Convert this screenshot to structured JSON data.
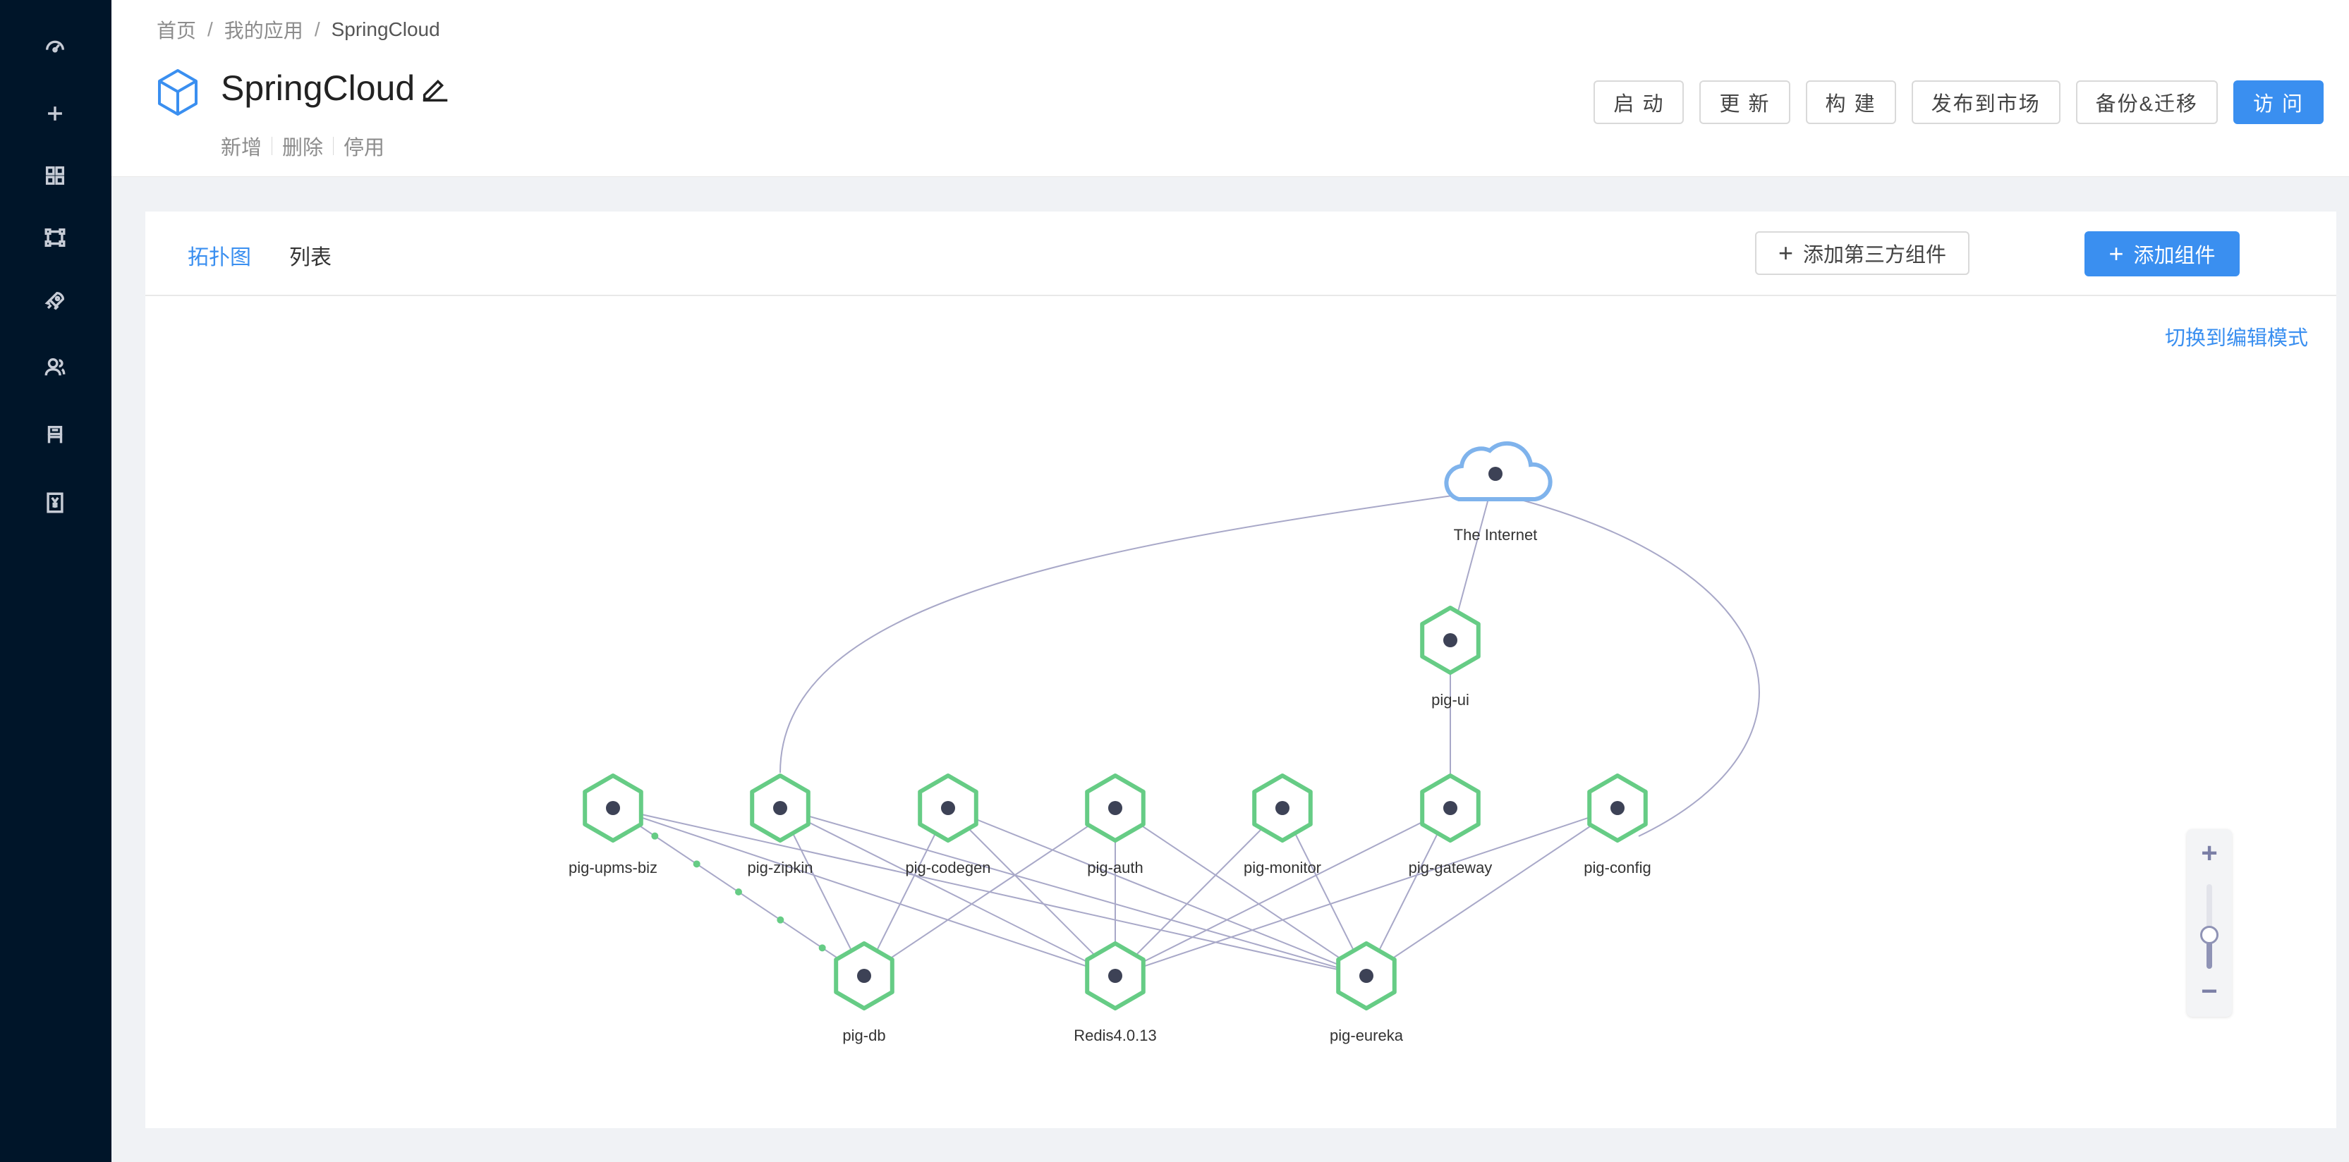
{
  "sidebar": {
    "icons": [
      {
        "name": "dashboard-icon"
      },
      {
        "name": "plus-icon"
      },
      {
        "name": "apps-grid-icon"
      },
      {
        "name": "topology-icon"
      },
      {
        "name": "rocket-icon"
      },
      {
        "name": "users-icon"
      },
      {
        "name": "store-icon"
      },
      {
        "name": "billing-icon"
      }
    ]
  },
  "breadcrumb": [
    "首页",
    "我的应用",
    "SpringCloud"
  ],
  "app": {
    "title": "SpringCloud",
    "sub_actions": [
      "新增",
      "删除",
      "停用"
    ]
  },
  "actions": [
    "启 动",
    "更 新",
    "构 建",
    "发布到市场",
    "备份&迁移",
    "访 问"
  ],
  "tabs": [
    "拓扑图",
    "列表"
  ],
  "buttons": {
    "add_third_party": "添加第三方组件",
    "add_component": "添加组件",
    "switch_edit": "切换到编辑模式"
  },
  "topology": {
    "nodes": [
      {
        "id": "internet",
        "label": "The Internet",
        "kind": "cloud"
      },
      {
        "id": "pig-ui",
        "label": "pig-ui",
        "kind": "service"
      },
      {
        "id": "pig-upms-biz",
        "label": "pig-upms-biz",
        "kind": "service"
      },
      {
        "id": "pig-zipkin",
        "label": "pig-zipkin",
        "kind": "service"
      },
      {
        "id": "pig-codegen",
        "label": "pig-codegen",
        "kind": "service"
      },
      {
        "id": "pig-auth",
        "label": "pig-auth",
        "kind": "service"
      },
      {
        "id": "pig-monitor",
        "label": "pig-monitor",
        "kind": "service"
      },
      {
        "id": "pig-gateway",
        "label": "pig-gateway",
        "kind": "service"
      },
      {
        "id": "pig-config",
        "label": "pig-config",
        "kind": "service"
      },
      {
        "id": "pig-db",
        "label": "pig-db",
        "kind": "service"
      },
      {
        "id": "redis",
        "label": "Redis4.0.13",
        "kind": "service"
      },
      {
        "id": "pig-eureka",
        "label": "pig-eureka",
        "kind": "service"
      }
    ],
    "edges": [
      [
        "internet",
        "pig-ui"
      ],
      [
        "internet",
        "pig-zipkin"
      ],
      [
        "internet",
        "pig-config"
      ],
      [
        "pig-ui",
        "pig-gateway"
      ],
      [
        "pig-upms-biz",
        "pig-db"
      ],
      [
        "pig-upms-biz",
        "redis"
      ],
      [
        "pig-upms-biz",
        "pig-eureka"
      ],
      [
        "pig-zipkin",
        "pig-db"
      ],
      [
        "pig-zipkin",
        "redis"
      ],
      [
        "pig-zipkin",
        "pig-eureka"
      ],
      [
        "pig-codegen",
        "pig-db"
      ],
      [
        "pig-codegen",
        "redis"
      ],
      [
        "pig-codegen",
        "pig-eureka"
      ],
      [
        "pig-auth",
        "pig-db"
      ],
      [
        "pig-auth",
        "redis"
      ],
      [
        "pig-auth",
        "pig-eureka"
      ],
      [
        "pig-monitor",
        "redis"
      ],
      [
        "pig-monitor",
        "pig-eureka"
      ],
      [
        "pig-gateway",
        "redis"
      ],
      [
        "pig-gateway",
        "pig-eureka"
      ],
      [
        "pig-config",
        "redis"
      ],
      [
        "pig-config",
        "pig-eureka"
      ]
    ],
    "colors": {
      "service_stroke": "#66cc85",
      "cloud_stroke": "#7fb3ec",
      "edge": "#a8a8c8",
      "dot": "#3d4256"
    }
  },
  "zoom": {
    "plus": "+",
    "minus": "−",
    "level": 0.4
  }
}
